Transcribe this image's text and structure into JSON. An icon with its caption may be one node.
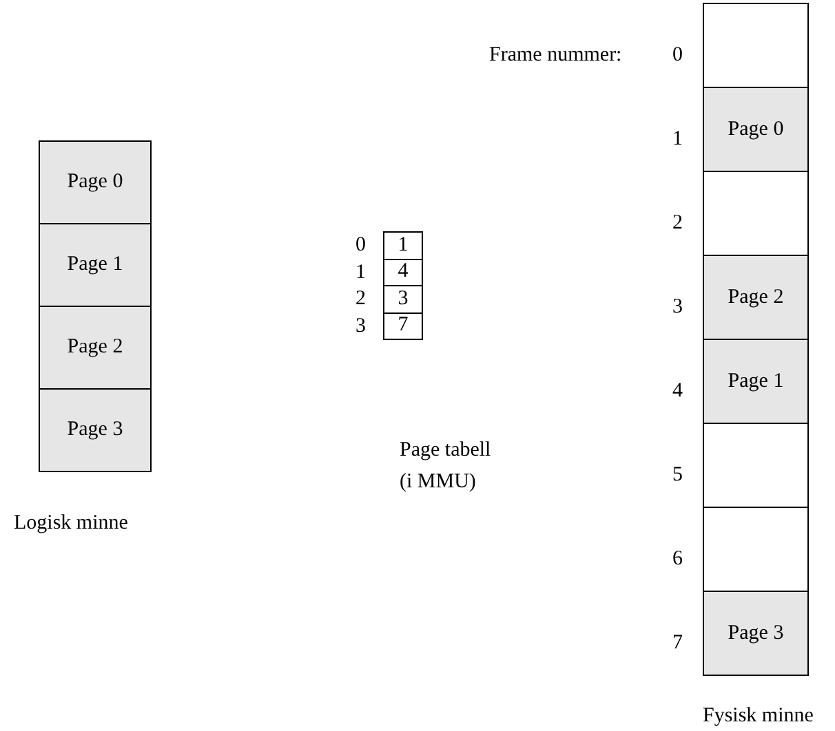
{
  "diagram": {
    "nodes": [
      {
        "text": [
          "Page 0"
        ]
      },
      {
        "text": [
          "Page 1"
        ]
      },
      {
        "text": [
          "Page 2"
        ]
      },
      {
        "text": [
          "Page 3"
        ]
      },
      {
        "text": [
          "1"
        ],
        "beside": [
          "0"
        ]
      },
      {
        "text": [
          "4"
        ],
        "beside": [
          "1"
        ]
      },
      {
        "text": [
          "3"
        ],
        "beside": [
          "2"
        ]
      },
      {
        "text": [
          "7"
        ],
        "beside": [
          "3"
        ]
      },
      {
        "text": [],
        "shape": "box",
        "beside": [
          "0"
        ]
      },
      {
        "text": [
          "Page 0"
        ],
        "beside": [
          "1"
        ]
      },
      {
        "text": [],
        "shape": "box",
        "beside": [
          "2"
        ]
      },
      {
        "text": [
          "Page 2"
        ],
        "beside": [
          "3"
        ]
      },
      {
        "text": [
          "Page 1"
        ],
        "beside": [
          "4"
        ]
      },
      {
        "text": [],
        "shape": "box",
        "beside": [
          "5"
        ]
      },
      {
        "text": [],
        "shape": "box",
        "beside": [
          "6"
        ]
      },
      {
        "text": [
          "Page 3"
        ],
        "beside": [
          "7"
        ]
      }
    ],
    "labels": [
      "Frame nummer:",
      "Page tabell (i MMU)",
      "Logisk minne",
      "Fysisk minne"
    ]
  }
}
